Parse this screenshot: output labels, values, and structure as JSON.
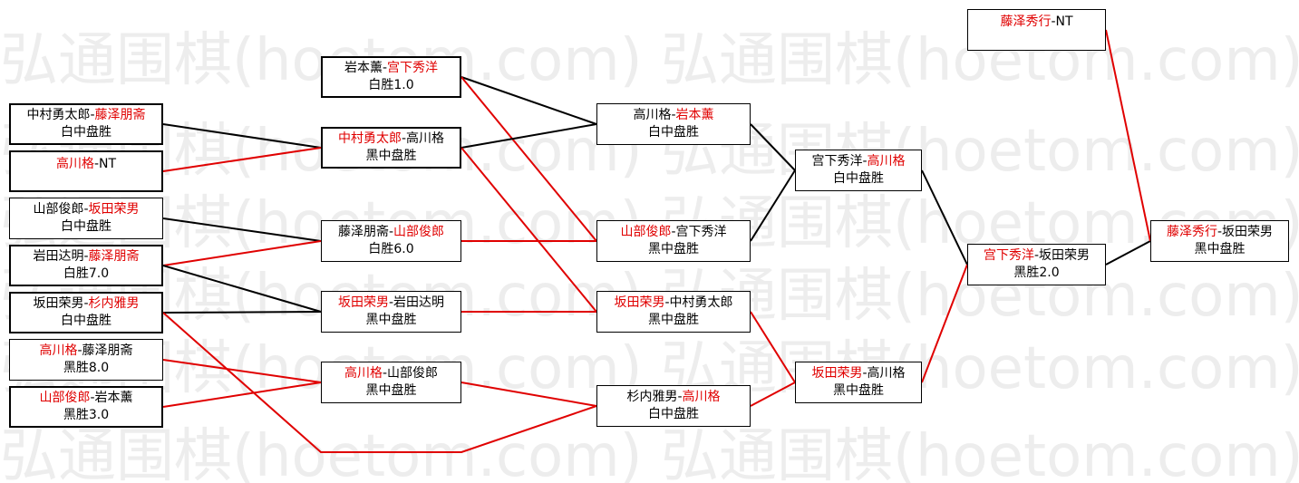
{
  "watermark": {
    "text": "弘通围棋(hoetom.com)"
  },
  "colors": {
    "winner": "#e00000",
    "loser": "#000000",
    "line_black": "#000000",
    "line_red": "#e00000",
    "watermark": "#ededed"
  },
  "games": {
    "r1_1": {
      "a": "中村勇太郎",
      "b": "藤泽朋斋",
      "winner": "b",
      "result": "白中盘胜"
    },
    "r1_2": {
      "a": "高川格",
      "b": "NT",
      "winner": "a",
      "result": ""
    },
    "r1_3": {
      "a": "山部俊郎",
      "b": "坂田荣男",
      "winner": "b",
      "result": "白中盘胜"
    },
    "r1_4": {
      "a": "岩田达明",
      "b": "藤泽朋斋",
      "winner": "b",
      "result": "白胜7.0"
    },
    "r1_5": {
      "a": "坂田荣男",
      "b": "杉内雅男",
      "winner": "b",
      "result": "白中盘胜"
    },
    "r1_6": {
      "a": "高川格",
      "b": "藤泽朋斋",
      "winner": "a",
      "result": "黑胜8.0"
    },
    "r1_7": {
      "a": "山部俊郎",
      "b": "岩本薰",
      "winner": "a",
      "result": "黑胜3.0"
    },
    "r2_1": {
      "a": "岩本薰",
      "b": "宫下秀洋",
      "winner": "b",
      "result": "白胜1.0"
    },
    "r2_2": {
      "a": "中村勇太郎",
      "b": "高川格",
      "winner": "a",
      "result": "黑中盘胜"
    },
    "r2_3": {
      "a": "藤泽朋斋",
      "b": "山部俊郎",
      "winner": "b",
      "result": "白胜6.0"
    },
    "r2_4": {
      "a": "坂田荣男",
      "b": "岩田达明",
      "winner": "a",
      "result": "黑中盘胜"
    },
    "r2_5": {
      "a": "高川格",
      "b": "山部俊郎",
      "winner": "a",
      "result": "黑中盘胜"
    },
    "r3_1": {
      "a": "高川格",
      "b": "岩本薰",
      "winner": "b",
      "result": "白中盘胜"
    },
    "r3_2": {
      "a": "山部俊郎",
      "b": "宫下秀洋",
      "winner": "a",
      "result": "黑中盘胜"
    },
    "r3_3": {
      "a": "坂田荣男",
      "b": "中村勇太郎",
      "winner": "a",
      "result": "黑中盘胜"
    },
    "r3_4": {
      "a": "杉内雅男",
      "b": "高川格",
      "winner": "b",
      "result": "白中盘胜"
    },
    "r4_1": {
      "a": "宫下秀洋",
      "b": "高川格",
      "winner": "b",
      "result": "白中盘胜"
    },
    "r4_2": {
      "a": "坂田荣男",
      "b": "高川格",
      "winner": "a",
      "result": "黑中盘胜"
    },
    "r5_1": {
      "a": "宫下秀洋",
      "b": "坂田荣男",
      "winner": "a",
      "result": "黑胜2.0"
    },
    "r6_1": {
      "a": "藤泽秀行",
      "b": "NT",
      "winner": "a",
      "result": ""
    },
    "final": {
      "a": "藤泽秀行",
      "b": "坂田荣男",
      "winner": "a",
      "result": "黑中盘胜"
    }
  }
}
